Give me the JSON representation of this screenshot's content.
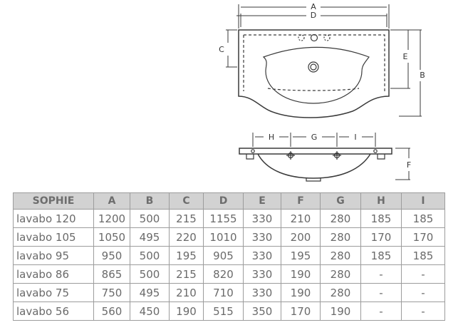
{
  "diagram": {
    "top_view_labels": {
      "A": "A",
      "D": "D",
      "C": "C",
      "E": "E",
      "B": "B"
    },
    "side_view_labels": {
      "H": "H",
      "G": "G",
      "I": "I",
      "F": "F"
    }
  },
  "table": {
    "headers": [
      "SOPHIE",
      "A",
      "B",
      "C",
      "D",
      "E",
      "F",
      "G",
      "H",
      "I"
    ],
    "rows": [
      [
        "lavabo 120",
        "1200",
        "500",
        "215",
        "1155",
        "330",
        "210",
        "280",
        "185",
        "185"
      ],
      [
        "lavabo 105",
        "1050",
        "495",
        "220",
        "1010",
        "330",
        "200",
        "280",
        "170",
        "170"
      ],
      [
        "lavabo 95",
        "950",
        "500",
        "195",
        "905",
        "330",
        "195",
        "280",
        "185",
        "185"
      ],
      [
        "lavabo 86",
        "865",
        "500",
        "215",
        "820",
        "330",
        "190",
        "280",
        "-",
        "-"
      ],
      [
        "lavabo 75",
        "750",
        "495",
        "210",
        "710",
        "330",
        "190",
        "280",
        "-",
        "-"
      ],
      [
        "lavabo 56",
        "560",
        "450",
        "190",
        "515",
        "350",
        "170",
        "190",
        "-",
        "-"
      ]
    ]
  }
}
